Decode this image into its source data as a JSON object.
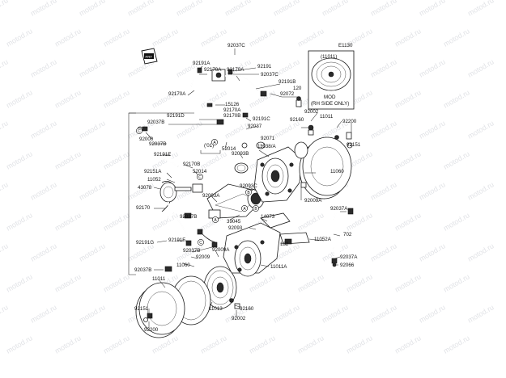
{
  "diagram_code": "E1130",
  "inset": {
    "part_ref": "(11011)",
    "caption_line1": "MOD",
    "caption_line2": "(RH SIDE ONLY)"
  },
  "bracket_label": "('01)",
  "watermark_text": "motod.ru",
  "callouts": [
    {
      "id": "92037C-a",
      "text": "92037C"
    },
    {
      "id": "92191A",
      "text": "92191A"
    },
    {
      "id": "92170A-a",
      "text": "92170A"
    },
    {
      "id": "92170A-b",
      "text": "92170A"
    },
    {
      "id": "92191",
      "text": "92191"
    },
    {
      "id": "92037C-b",
      "text": "92037C"
    },
    {
      "id": "92191B",
      "text": "92191B"
    },
    {
      "id": "92170A-c",
      "text": "92170A"
    },
    {
      "id": "92072",
      "text": "92072"
    },
    {
      "id": "120",
      "text": "120"
    },
    {
      "id": "15126",
      "text": "15126"
    },
    {
      "id": "92170A-d",
      "text": "92170A"
    },
    {
      "id": "92170B-a",
      "text": "92170B"
    },
    {
      "id": "92191D",
      "text": "92191D"
    },
    {
      "id": "92037B-a",
      "text": "92037B"
    },
    {
      "id": "92191C",
      "text": "92191C"
    },
    {
      "id": "92037",
      "text": "92037"
    },
    {
      "id": "92002-a",
      "text": "92002"
    },
    {
      "id": "92160-a",
      "text": "92160"
    },
    {
      "id": "11011-a",
      "text": "11011"
    },
    {
      "id": "92200-a",
      "text": "92200"
    },
    {
      "id": "92000",
      "text": "92000"
    },
    {
      "id": "92037B-b",
      "text": "92037B"
    },
    {
      "id": "92191E",
      "text": "92191E"
    },
    {
      "id": "52014-a",
      "text": "52014"
    },
    {
      "id": "92093B",
      "text": "92093B"
    },
    {
      "id": "92071",
      "text": "92071"
    },
    {
      "id": "11038A",
      "text": "11038/A"
    },
    {
      "id": "92151-a",
      "text": "92151"
    },
    {
      "id": "92170B-b",
      "text": "92170B"
    },
    {
      "id": "52014-b",
      "text": "52014"
    },
    {
      "id": "92151A",
      "text": "92151A"
    },
    {
      "id": "11052",
      "text": "11052"
    },
    {
      "id": "43078",
      "text": "43078"
    },
    {
      "id": "11060-a",
      "text": "11060"
    },
    {
      "id": "92093C",
      "text": "92093C"
    },
    {
      "id": "92093A",
      "text": "92093A"
    },
    {
      "id": "92009A-a",
      "text": "92009A"
    },
    {
      "id": "92170",
      "text": "92170"
    },
    {
      "id": "92037B-c",
      "text": "92037B"
    },
    {
      "id": "39045",
      "text": "39045"
    },
    {
      "id": "14073",
      "text": "14073"
    },
    {
      "id": "92093",
      "text": "92093"
    },
    {
      "id": "92037A-a",
      "text": "92037A"
    },
    {
      "id": "702",
      "text": "702"
    },
    {
      "id": "11052A",
      "text": "11052A"
    },
    {
      "id": "132",
      "text": "132"
    },
    {
      "id": "92191G",
      "text": "92191G"
    },
    {
      "id": "92191F",
      "text": "92191F"
    },
    {
      "id": "92037B-d",
      "text": "92037B"
    },
    {
      "id": "92009",
      "text": "92009"
    },
    {
      "id": "92009A-b",
      "text": "92009A"
    },
    {
      "id": "11060-b",
      "text": "11060"
    },
    {
      "id": "11011A",
      "text": "11011A"
    },
    {
      "id": "92037A-b",
      "text": "92037A"
    },
    {
      "id": "92066",
      "text": "92066"
    },
    {
      "id": "92037B-e",
      "text": "92037B"
    },
    {
      "id": "11011-b",
      "text": "11011"
    },
    {
      "id": "11013",
      "text": "11013"
    },
    {
      "id": "92160-b",
      "text": "92160"
    },
    {
      "id": "92151-b",
      "text": "92151"
    },
    {
      "id": "92002-b",
      "text": "92002"
    },
    {
      "id": "92200-b",
      "text": "92200"
    }
  ],
  "markers": [
    {
      "id": "mA1",
      "letter": "A"
    },
    {
      "id": "mC1",
      "letter": "C"
    },
    {
      "id": "mB1",
      "letter": "B"
    },
    {
      "id": "mA2",
      "letter": "A"
    },
    {
      "id": "mC2",
      "letter": "C"
    },
    {
      "id": "mA3",
      "letter": "A"
    },
    {
      "id": "mB2",
      "letter": "B"
    },
    {
      "id": "mC3",
      "letter": "C"
    }
  ]
}
